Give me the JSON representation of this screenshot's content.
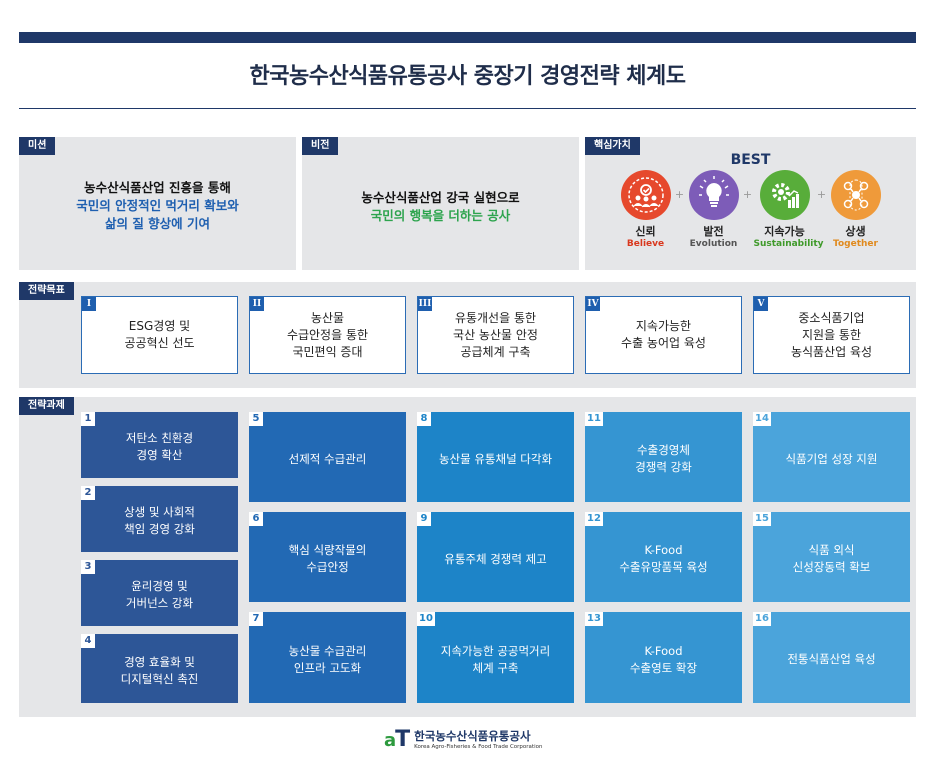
{
  "page": {
    "title": "한국농수산식품유통공사 중장기 경영전략 체계도"
  },
  "mission": {
    "tag": "미션",
    "line1": "농수산식품산업 진흥을 통해",
    "line2": "국민의 안정적인 먹거리 확보와",
    "line3": "삶의 질 향상에 기여"
  },
  "vision": {
    "tag": "비전",
    "line1": "농수산식품산업 강국 실현으로",
    "line2": "국민의 행복을 더하는 공사"
  },
  "core_values": {
    "tag": "핵심가치",
    "heading": "BEST",
    "items": [
      {
        "ko": "신뢰",
        "en": "Believe",
        "color": "#e6492d",
        "en_color": "#d9381e",
        "icon": "people-check-icon"
      },
      {
        "ko": "발전",
        "en": "Evolution",
        "color": "#7d5cb8",
        "en_color": "#555555",
        "icon": "lightbulb-icon"
      },
      {
        "ko": "지속가능",
        "en": "Sustainability",
        "color": "#58ad3a",
        "en_color": "#3f9a2a",
        "icon": "gear-growth-icon"
      },
      {
        "ko": "상생",
        "en": "Together",
        "color": "#ef9a3a",
        "en_color": "#e08a1e",
        "icon": "network-icon"
      }
    ]
  },
  "goals": {
    "tag": "전략목표",
    "items": [
      {
        "num": "I",
        "text": "ESG경영 및\n공공혁신 선도"
      },
      {
        "num": "II",
        "text": "농산물\n수급안정을 통한\n국민편익 증대"
      },
      {
        "num": "III",
        "text": "유통개선을 통한\n국산 농산물 안정\n공급체계 구축"
      },
      {
        "num": "IV",
        "text": "지속가능한\n수출 농어업 육성"
      },
      {
        "num": "V",
        "text": "중소식품기업\n지원을 통한\n농식품산업 육성"
      }
    ]
  },
  "tasks": {
    "tag": "전략과제",
    "columns": [
      [
        {
          "num": "1",
          "text": "저탄소 친환경\n경영 확산"
        },
        {
          "num": "2",
          "text": "상생 및 사회적\n책임 경영 강화"
        },
        {
          "num": "3",
          "text": "윤리경영 및\n거버넌스 강화"
        },
        {
          "num": "4",
          "text": "경영 효율화 및\n디지털혁신 촉진"
        }
      ],
      [
        {
          "num": "5",
          "text": "선제적 수급관리"
        },
        {
          "num": "6",
          "text": "핵심 식량작물의\n수급안정"
        },
        {
          "num": "7",
          "text": "농산물 수급관리\n인프라 고도화"
        }
      ],
      [
        {
          "num": "8",
          "text": "농산물 유통채널 다각화"
        },
        {
          "num": "9",
          "text": "유통주체 경쟁력 제고"
        },
        {
          "num": "10",
          "text": "지속가능한 공공먹거리\n체계 구축"
        }
      ],
      [
        {
          "num": "11",
          "text": "수출경영체\n경쟁력 강화"
        },
        {
          "num": "12",
          "text": "K-Food\n수출유망품목 육성"
        },
        {
          "num": "13",
          "text": "K-Food\n수출영토 확장"
        }
      ],
      [
        {
          "num": "14",
          "text": "식품기업 성장 지원"
        },
        {
          "num": "15",
          "text": "식품 외식\n신성장동력 확보"
        },
        {
          "num": "16",
          "text": "전통식품산업 육성"
        }
      ]
    ]
  },
  "footer": {
    "logo_mark_a": "a",
    "logo_mark_t": "T",
    "name_ko": "한국농수산식품유통공사",
    "name_en": "Korea Agro-Fisheries & Food Trade Corporation"
  }
}
